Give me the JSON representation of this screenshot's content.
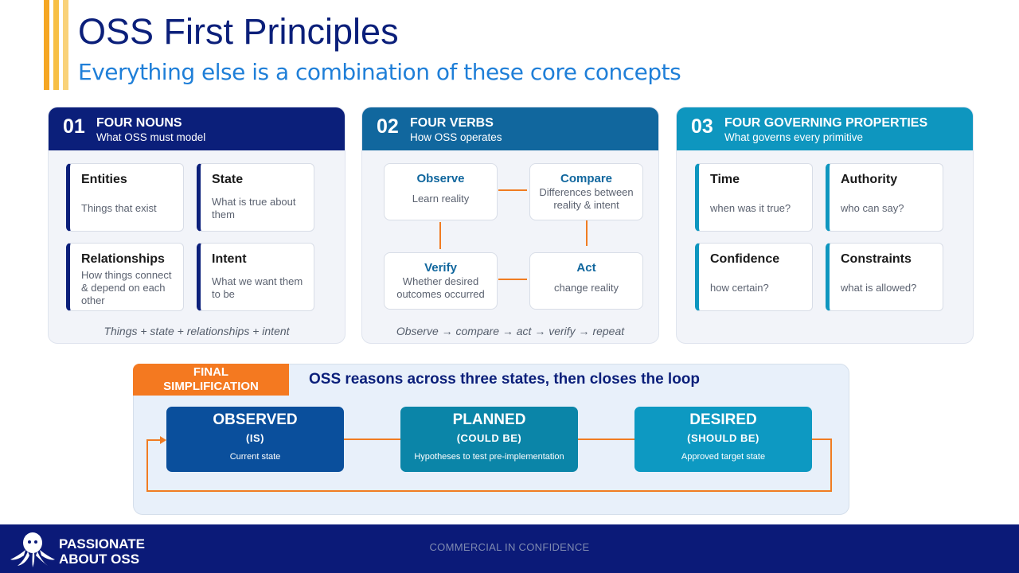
{
  "header": {
    "title": "OSS First Principles",
    "subtitle": "Everything else is a combination of these core concepts"
  },
  "colors": {
    "navy": "#0b1f7a",
    "mid_blue": "#11679e",
    "teal": "#0e96bf",
    "orange": "#f47920",
    "gold": "#f5a623"
  },
  "panels": [
    {
      "number": "01",
      "title": "FOUR NOUNS",
      "subtitle": "What OSS must model",
      "items": [
        {
          "title": "Entities",
          "desc": "Things that exist"
        },
        {
          "title": "State",
          "desc": "What is true about them"
        },
        {
          "title": "Relationships",
          "desc": "How things connect & depend on each other"
        },
        {
          "title": "Intent",
          "desc": "What we want them to be"
        }
      ],
      "footer": "Things + state + relationships + intent"
    },
    {
      "number": "02",
      "title": "FOUR VERBS",
      "subtitle": "How OSS operates",
      "items": [
        {
          "title": "Observe",
          "desc": "Learn reality"
        },
        {
          "title": "Compare",
          "desc": "Differences between reality & intent"
        },
        {
          "title": "Verify",
          "desc": "Whether desired outcomes occurred"
        },
        {
          "title": "Act",
          "desc": "change reality"
        }
      ],
      "footer": "Observe → compare → act → verify → repeat"
    },
    {
      "number": "03",
      "title": "FOUR GOVERNING PROPERTIES",
      "subtitle": "What governs every primitive",
      "items": [
        {
          "title": "Time",
          "desc": "when was it true?"
        },
        {
          "title": "Authority",
          "desc": "who can say?"
        },
        {
          "title": "Confidence",
          "desc": "how certain?"
        },
        {
          "title": "Constraints",
          "desc": "what is allowed?"
        }
      ]
    }
  ],
  "final": {
    "tag_line1": "FINAL",
    "tag_line2": "SIMPLIFICATION",
    "heading": "OSS reasons across three states, then closes the loop",
    "states": [
      {
        "name": "OBSERVED",
        "tag": "(IS)",
        "desc": "Current state"
      },
      {
        "name": "PLANNED",
        "tag": "(COULD BE)",
        "desc": "Hypotheses to test pre-implementation"
      },
      {
        "name": "DESIRED",
        "tag": "(SHOULD BE)",
        "desc": "Approved target state"
      }
    ]
  },
  "footer": {
    "brand_line1": "PASSIONATE",
    "brand_line2": "ABOUT OSS",
    "confidentiality": "COMMERCIAL IN CONFIDENCE",
    "logo_icon": "octopus-logo-icon"
  }
}
